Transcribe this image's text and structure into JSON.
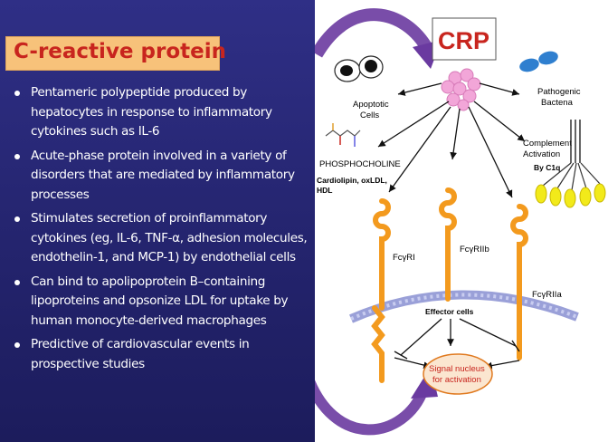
{
  "slide": {
    "title": "C-reactive protein",
    "bullets": [
      "Pentameric polypeptide produced by hepatocytes in response to inflammatory cytokines such as IL-6",
      "Acute-phase protein involved in a variety of disorders that are mediated by inflammatory processes",
      "Stimulates secretion of proinflammatory cytokines (eg, IL-6, TNF-α, adhesion molecules, endothelin-1, and MCP-1) by endothelial cells",
      "Can bind to apolipoprotein B–containing lipoproteins and opsonize LDL for uptake by human monocyte-derived macrophages",
      "Predictive of cardiovascular events in prospective studies"
    ]
  },
  "diagram": {
    "crp_label": "CRP",
    "apoptotic_cells": "Apoptotic",
    "apoptotic_cells_2": "Cells",
    "pathogenic_bacteria": "Pathogenic",
    "pathogenic_bacteria_2": "Bactena",
    "phosphocholine": "PHOSPHOCHOLINE",
    "complement_activation": "Complement",
    "complement_activation_2": "Activation",
    "by_c1q": "By C1q",
    "ligands": "Cardiolipin, oxLDL,",
    "ligands_2": "HDL",
    "receptor_1": "FcγRI",
    "receptor_2": "FcγRIIb",
    "receptor_3": "FcγRIIa",
    "effector_cells": "Effector cells",
    "signal_nucleus": "Signal nucleus",
    "signal_nucleus_2": "for activation"
  },
  "colors": {
    "slide_bg": "#2a2a7a",
    "title_box": "#f7c27a",
    "title_text": "#c8251e",
    "receptor": "#f39a1e",
    "crp_cluster": "#f2a6d8",
    "bacteria": "#2f7fcf",
    "membrane": "#b8bde6",
    "c1q_heads": "#f2ea1a",
    "arrow_purple": "#6a3aa0",
    "nucleus_fill": "#fbe6d0",
    "nucleus_border": "#e07a20"
  }
}
